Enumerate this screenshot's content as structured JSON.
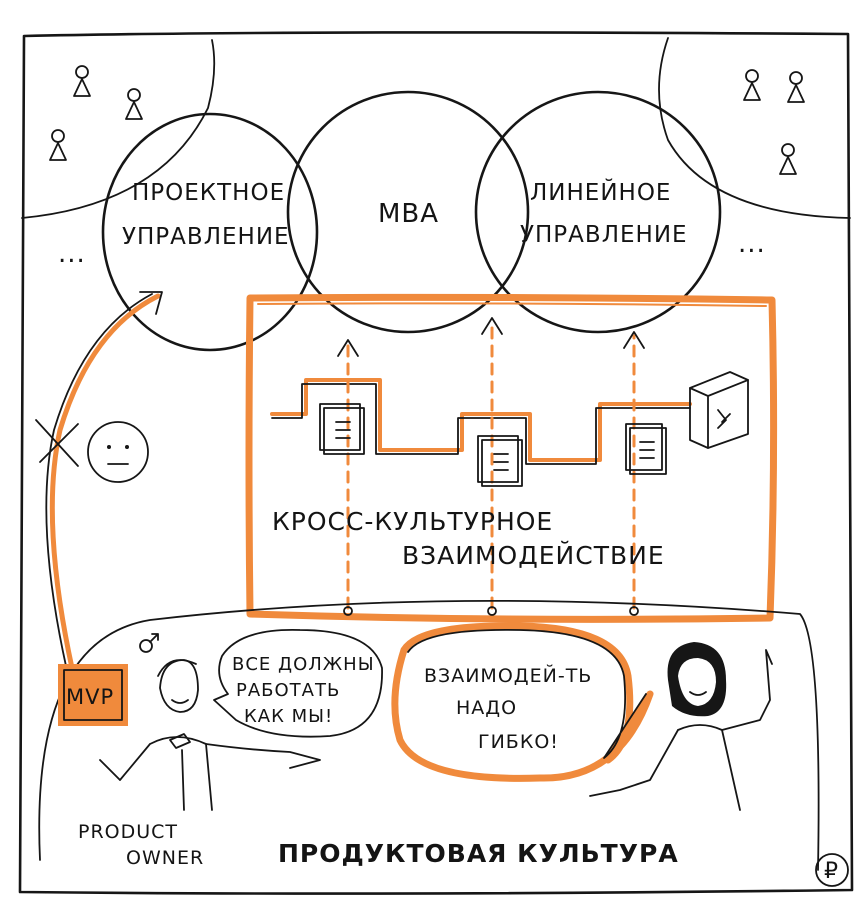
{
  "circles": {
    "left_label_line1": "ПРОЕКТНОЕ",
    "left_label_line2": "УПРАВЛЕНИЕ",
    "center_label": "MBA",
    "right_label_line1": "ЛИНЕЙНОЕ",
    "right_label_line2": "УПРАВЛЕНИЕ",
    "left_ellipsis": "...",
    "right_ellipsis": "..."
  },
  "cross_culture": {
    "line1": "КРОСС-КУЛЬТУРНОЕ",
    "line2": "ВЗАИМОДЕЙСТВИЕ"
  },
  "mvp": {
    "label": "MVP"
  },
  "bubbles": {
    "left_line1": "ВСЕ ДОЛЖНЫ",
    "left_line2": "РАБОТАТЬ",
    "left_line3": "КАК МЫ!",
    "right_line1": "ВЗАИМОДЕЙ-ТЬ",
    "right_line2": "НАДО",
    "right_line3": "ГИБКО!"
  },
  "product_owner": {
    "line1": "PRODUCT",
    "line2": "OWNER"
  },
  "footer": {
    "title": "ПРОДУКТОВАЯ КУЛЬТУРА",
    "ruble": "₽"
  },
  "colors": {
    "ink": "#161616",
    "accent_orange": "#f08a3c",
    "paper": "#ffffff"
  },
  "icons": [
    "person-icon",
    "document-icon",
    "book-icon",
    "sad-face-icon",
    "male-symbol-icon",
    "ruble-icon"
  ]
}
